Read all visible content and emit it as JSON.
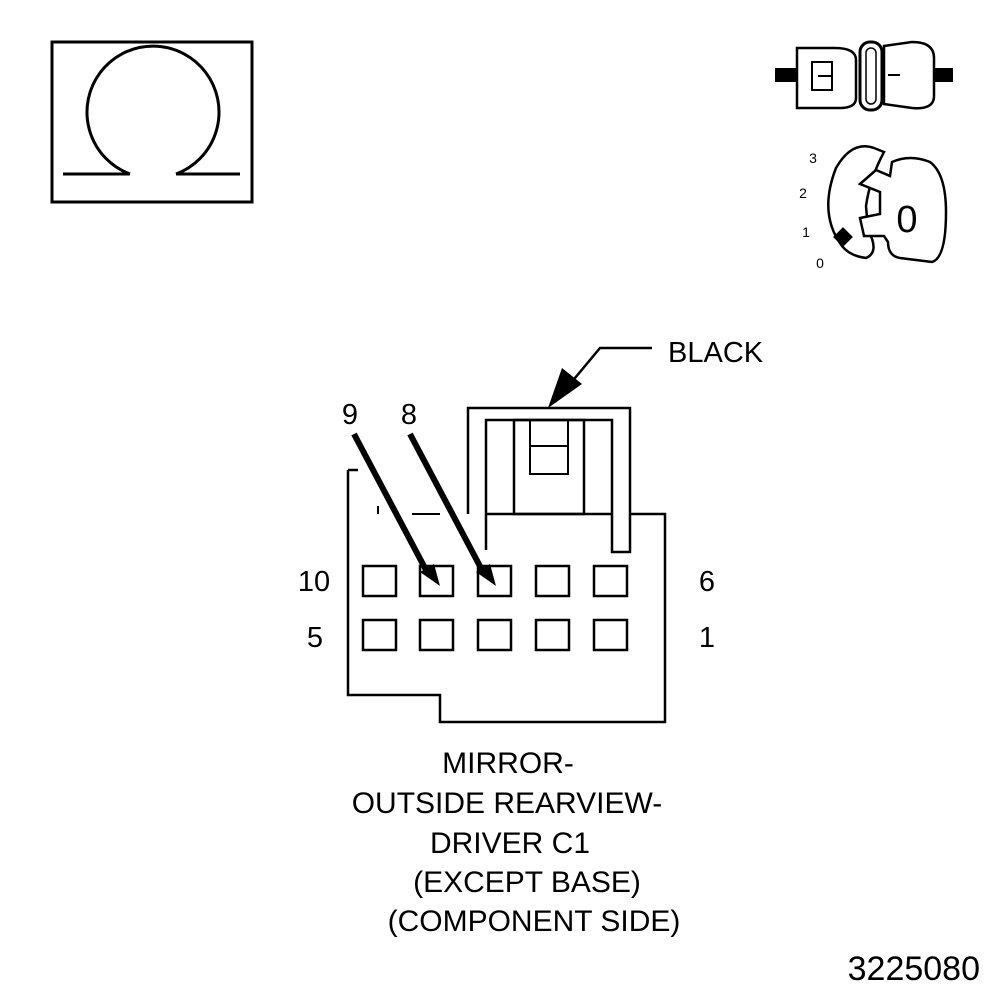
{
  "diagram": {
    "connector_color_label": "BLACK",
    "pointer_labels": [
      "9",
      "8"
    ],
    "row_labels": {
      "top_left": "10",
      "top_right": "6",
      "bottom_left": "5",
      "bottom_right": "1"
    },
    "caption": [
      "MIRROR-",
      "OUTSIDE REARVIEW-",
      "DRIVER C1",
      "(EXCEPT BASE)",
      "(COMPONENT SIDE)"
    ],
    "figure_number": "3225080",
    "ignition_key": {
      "positions": [
        "3",
        "2",
        "1",
        "0"
      ],
      "key_label": "0"
    },
    "connector_icon_symbol": "-",
    "meter_icon": "ohm-symbol-icon",
    "connector_icon": "disconnected-connector-icon",
    "key_icon": "ignition-key-off-icon"
  }
}
